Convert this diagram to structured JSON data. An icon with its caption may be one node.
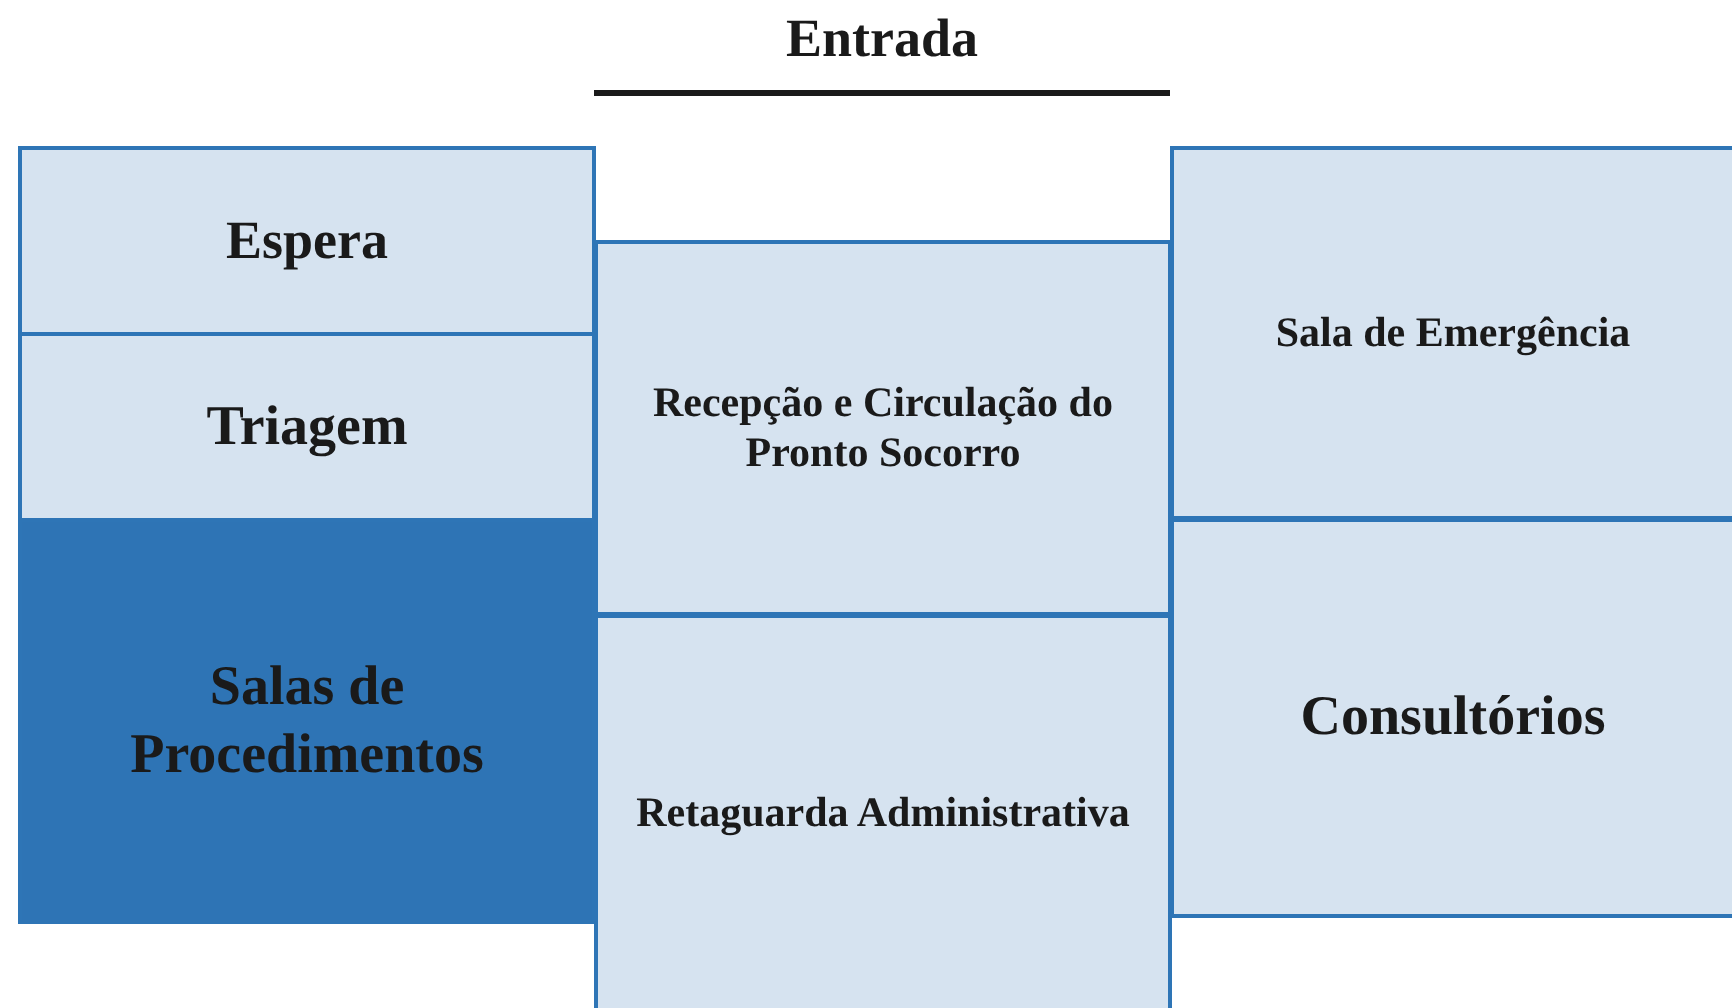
{
  "diagram": {
    "title": "Entrada",
    "nodes": [
      {
        "text": [
          "Espera"
        ]
      },
      {
        "text": [
          "Triagem"
        ]
      },
      {
        "text": [
          "Salas de Procedimentos"
        ]
      },
      {
        "text": [
          "Recepção e Circulação do Pronto Socorro"
        ]
      },
      {
        "text": [
          "Retaguarda Administrativa"
        ]
      },
      {
        "text": [
          "Sala de Emergência"
        ]
      },
      {
        "text": [
          "Consultórios"
        ]
      }
    ]
  }
}
